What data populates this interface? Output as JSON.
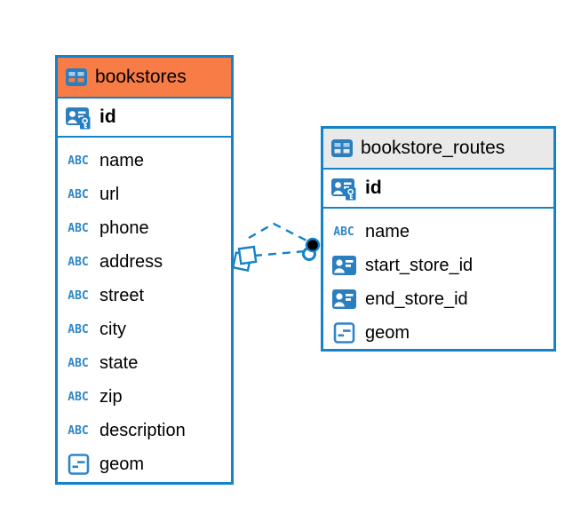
{
  "canvas": {
    "background": "#ffffff"
  },
  "colors": {
    "table_border": "#1583c7",
    "header_orange": "#f87c45",
    "header_gray": "#e9e9e9",
    "icon_blue": "#2b7fbe",
    "icon_light_blue": "#a5cdec",
    "connector_blue": "#1583c7",
    "text": "#000000"
  },
  "icons": {
    "table_icon": "table-grid",
    "primary_key_icon": "id-card-with-key",
    "reference_icon": "id-card",
    "text_type_label": "ABC",
    "geometry_icon": "rounded-square-with-line-segments"
  },
  "tables": [
    {
      "title": "bookstores",
      "header_color": "#f87c45",
      "primary_key": "id",
      "columns": [
        {
          "name": "name",
          "type": "text"
        },
        {
          "name": "url",
          "type": "text"
        },
        {
          "name": "phone",
          "type": "text"
        },
        {
          "name": "address",
          "type": "text"
        },
        {
          "name": "street",
          "type": "text"
        },
        {
          "name": "city",
          "type": "text"
        },
        {
          "name": "state",
          "type": "text"
        },
        {
          "name": "zip",
          "type": "text"
        },
        {
          "name": "description",
          "type": "text"
        },
        {
          "name": "geom",
          "type": "geometry"
        }
      ]
    },
    {
      "title": "bookstore_routes",
      "header_color": "#e9e9e9",
      "primary_key": "id",
      "columns": [
        {
          "name": "name",
          "type": "text"
        },
        {
          "name": "start_store_id",
          "type": "reference"
        },
        {
          "name": "end_store_id",
          "type": "reference"
        },
        {
          "name": "geom",
          "type": "geometry"
        }
      ]
    }
  ],
  "connector": {
    "style": "dashed",
    "color": "#1583c7",
    "from_table": "bookstores",
    "to_table": "bookstore_routes",
    "line_count": 2,
    "source_marker": "overlapping-squares",
    "target_marker": "overlapping-dots"
  }
}
